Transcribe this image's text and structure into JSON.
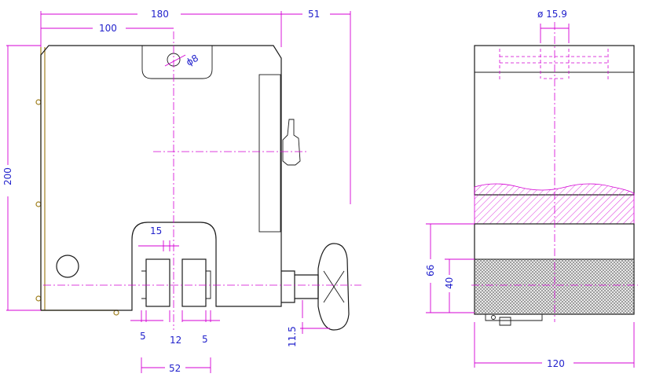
{
  "colors": {
    "outline": "#1a1a1a",
    "dimension_line": "#d400d4",
    "dimension_text": "#2222cc",
    "side_plate": "#a08020",
    "hatch": "#d400d4",
    "knurl": "#555555"
  },
  "front_view": {
    "dims": {
      "overall_width": "180",
      "knob_extension": "51",
      "center_offset": "100",
      "height": "200",
      "hole_dia": "ϕ8",
      "slot_width": "15",
      "jaw_left": "5",
      "jaw_gap": "12",
      "jaw_right": "5",
      "jaw_span": "52",
      "knob_offset": "11.5"
    }
  },
  "side_view": {
    "dims": {
      "bore_dia": "ø 15.9",
      "width": "120",
      "section_height": "66",
      "knurl_height": "40"
    }
  }
}
